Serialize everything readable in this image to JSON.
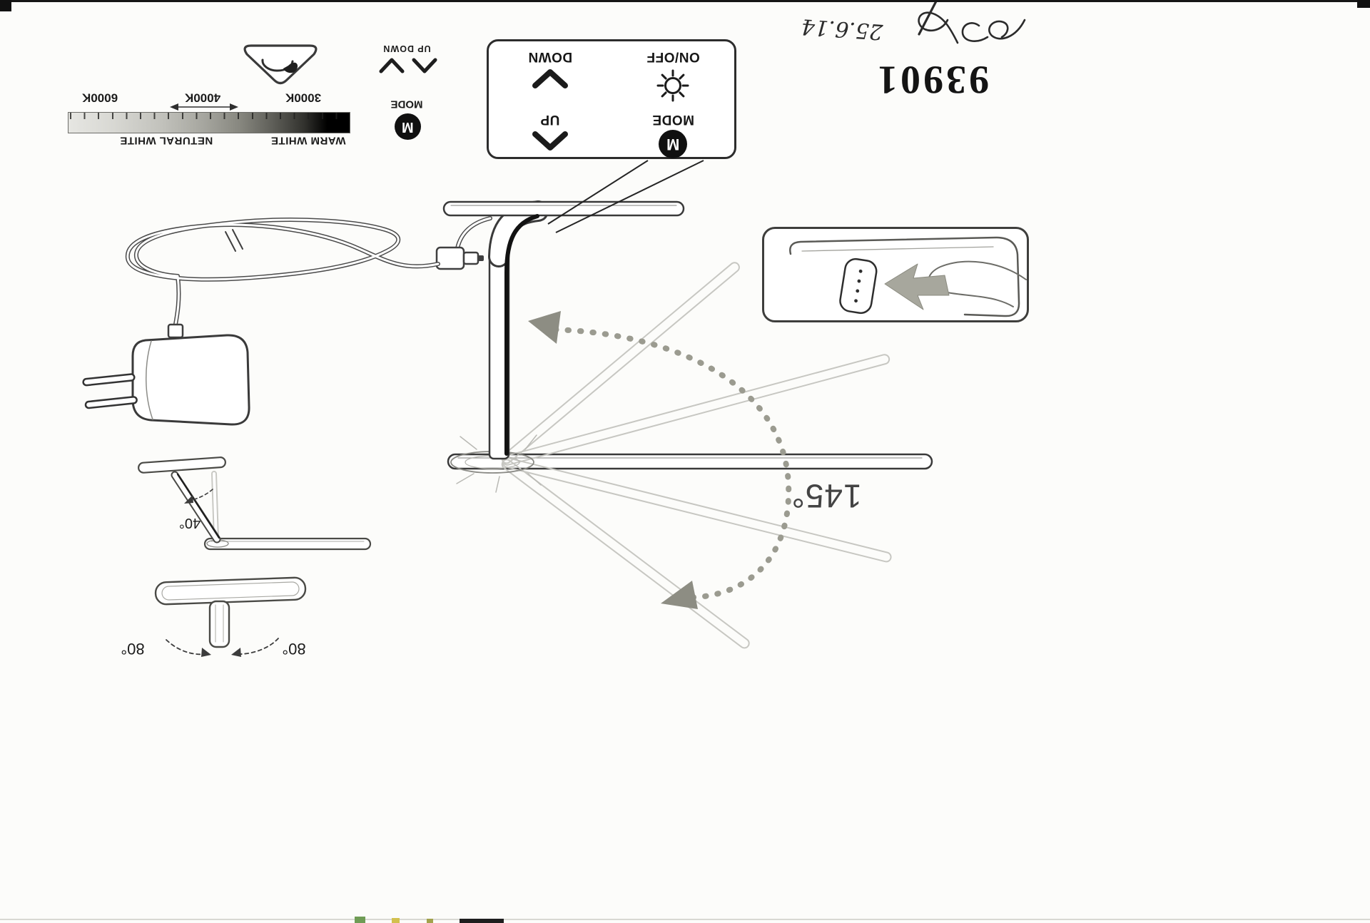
{
  "page": {
    "model_number": "93901",
    "handwritten_date": "25.6.14"
  },
  "color_scale": {
    "tick_labels": [
      "6000K",
      "4000K",
      "3000K"
    ],
    "zones": [
      "NETURAL WHITE",
      "WARM WHITE"
    ]
  },
  "legend": {
    "up_down_label": "UP DOWN",
    "mode_label": "MODE",
    "mode_symbol": "M"
  },
  "remote_panel": {
    "down_label": "DOWN",
    "onoff_label": "ON/OFF",
    "up_label": "UP",
    "mode_label": "MODE",
    "mode_symbol": "M"
  },
  "angles": {
    "arm_sweep": "145°",
    "arm_tilt": "40°",
    "head_swivel_left": "80°",
    "head_swivel_right": "80°"
  },
  "icons": {
    "mode": "M-in-circle",
    "power": "sun",
    "up": "chevron-up",
    "down": "chevron-down",
    "touch": "triangle-touch-gesture"
  },
  "colors": {
    "line": "#3a3a3a",
    "ghost": "#c7c7c2",
    "arrow_gray": "#8d8d83"
  }
}
